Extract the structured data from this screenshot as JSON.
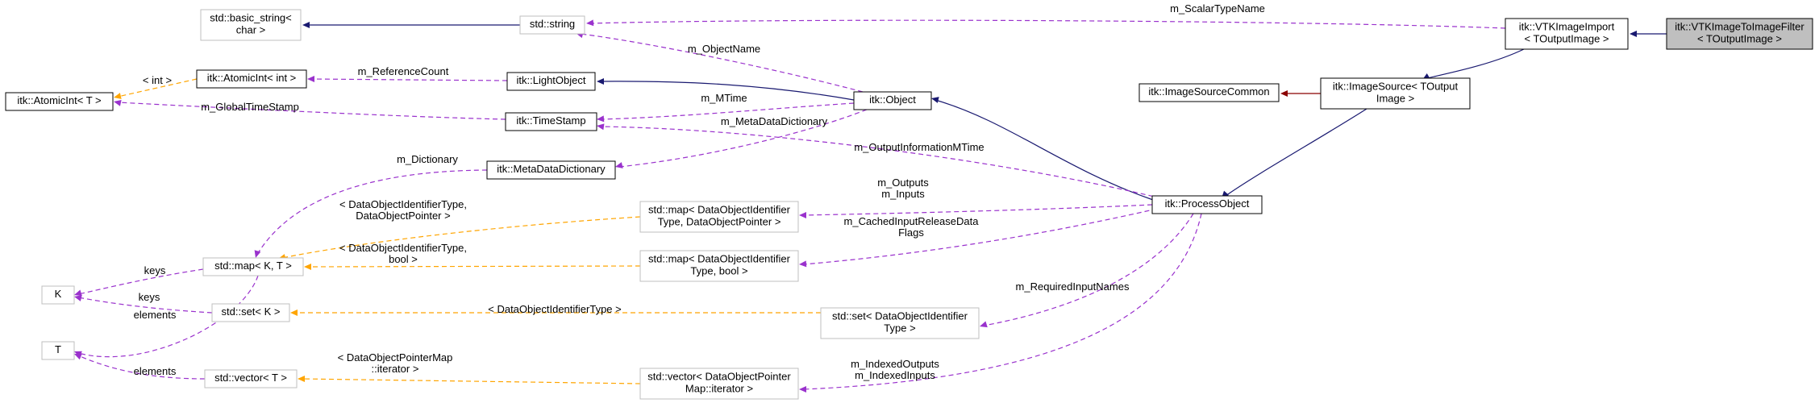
{
  "nodes": {
    "vtk_to_image_filter": [
      "itk::VTKImageToImageFilter",
      "< TOutputImage >"
    ],
    "vtk_image_import": [
      "itk::VTKImageImport",
      "< TOutputImage >"
    ],
    "image_source": [
      "itk::ImageSource< TOutput",
      "Image >"
    ],
    "image_source_common": [
      "itk::ImageSourceCommon"
    ],
    "process_object": [
      "itk::ProcessObject"
    ],
    "object": [
      "itk::Object"
    ],
    "light_object": [
      "itk::LightObject"
    ],
    "time_stamp": [
      "itk::TimeStamp"
    ],
    "meta_data_dictionary": [
      "itk::MetaDataDictionary"
    ],
    "atomic_int_int": [
      "itk::AtomicInt< int >"
    ],
    "atomic_int_t": [
      "itk::AtomicInt< T >"
    ],
    "basic_string": [
      "std::basic_string<",
      "char >"
    ],
    "string": [
      "std::string"
    ],
    "map_kt": [
      "std::map< K, T >"
    ],
    "set_k": [
      "std::set< K >"
    ],
    "vector_t": [
      "std::vector< T >"
    ],
    "k": [
      "K"
    ],
    "t": [
      "T"
    ],
    "map_pointer": [
      "std::map< DataObjectIdentifier",
      "Type, DataObjectPointer >"
    ],
    "map_bool": [
      "std::map< DataObjectIdentifier",
      "Type, bool >"
    ],
    "set_identifier": [
      "std::set< DataObjectIdentifier",
      "Type >"
    ],
    "vector_iterator": [
      "std::vector< DataObjectPointer",
      "Map::iterator >"
    ]
  },
  "edge_labels": {
    "scalar_type_name": [
      "m_ScalarTypeName"
    ],
    "object_name": [
      "m_ObjectName"
    ],
    "reference_count": [
      "m_ReferenceCount"
    ],
    "int_param": [
      "< int >"
    ],
    "global_time_stamp": [
      "m_GlobalTimeStamp"
    ],
    "mtime": [
      "m_MTime"
    ],
    "meta_data_dictionary": [
      "m_MetaDataDictionary"
    ],
    "output_information_mtime": [
      "m_OutputInformationMTime"
    ],
    "dictionary": [
      "m_Dictionary"
    ],
    "outputs_inputs": [
      "m_Outputs",
      "m_Inputs"
    ],
    "cached_input_release": [
      "m_CachedInputReleaseData",
      "Flags"
    ],
    "pair_pointer": [
      "< DataObjectIdentifierType,",
      "DataObjectPointer >"
    ],
    "pair_bool": [
      "< DataObjectIdentifierType,",
      "bool >"
    ],
    "keys_map": [
      "keys"
    ],
    "keys_set": [
      "keys"
    ],
    "elements_map": [
      "elements"
    ],
    "elements_vector": [
      "elements"
    ],
    "identifier_type": [
      "< DataObjectIdentifierType >"
    ],
    "required_input_names": [
      "m_RequiredInputNames"
    ],
    "pointer_map_iterator": [
      "< DataObjectPointerMap",
      "::iterator >"
    ],
    "indexed_outputs_inputs": [
      "m_IndexedOutputs",
      "m_IndexedInputs"
    ]
  }
}
